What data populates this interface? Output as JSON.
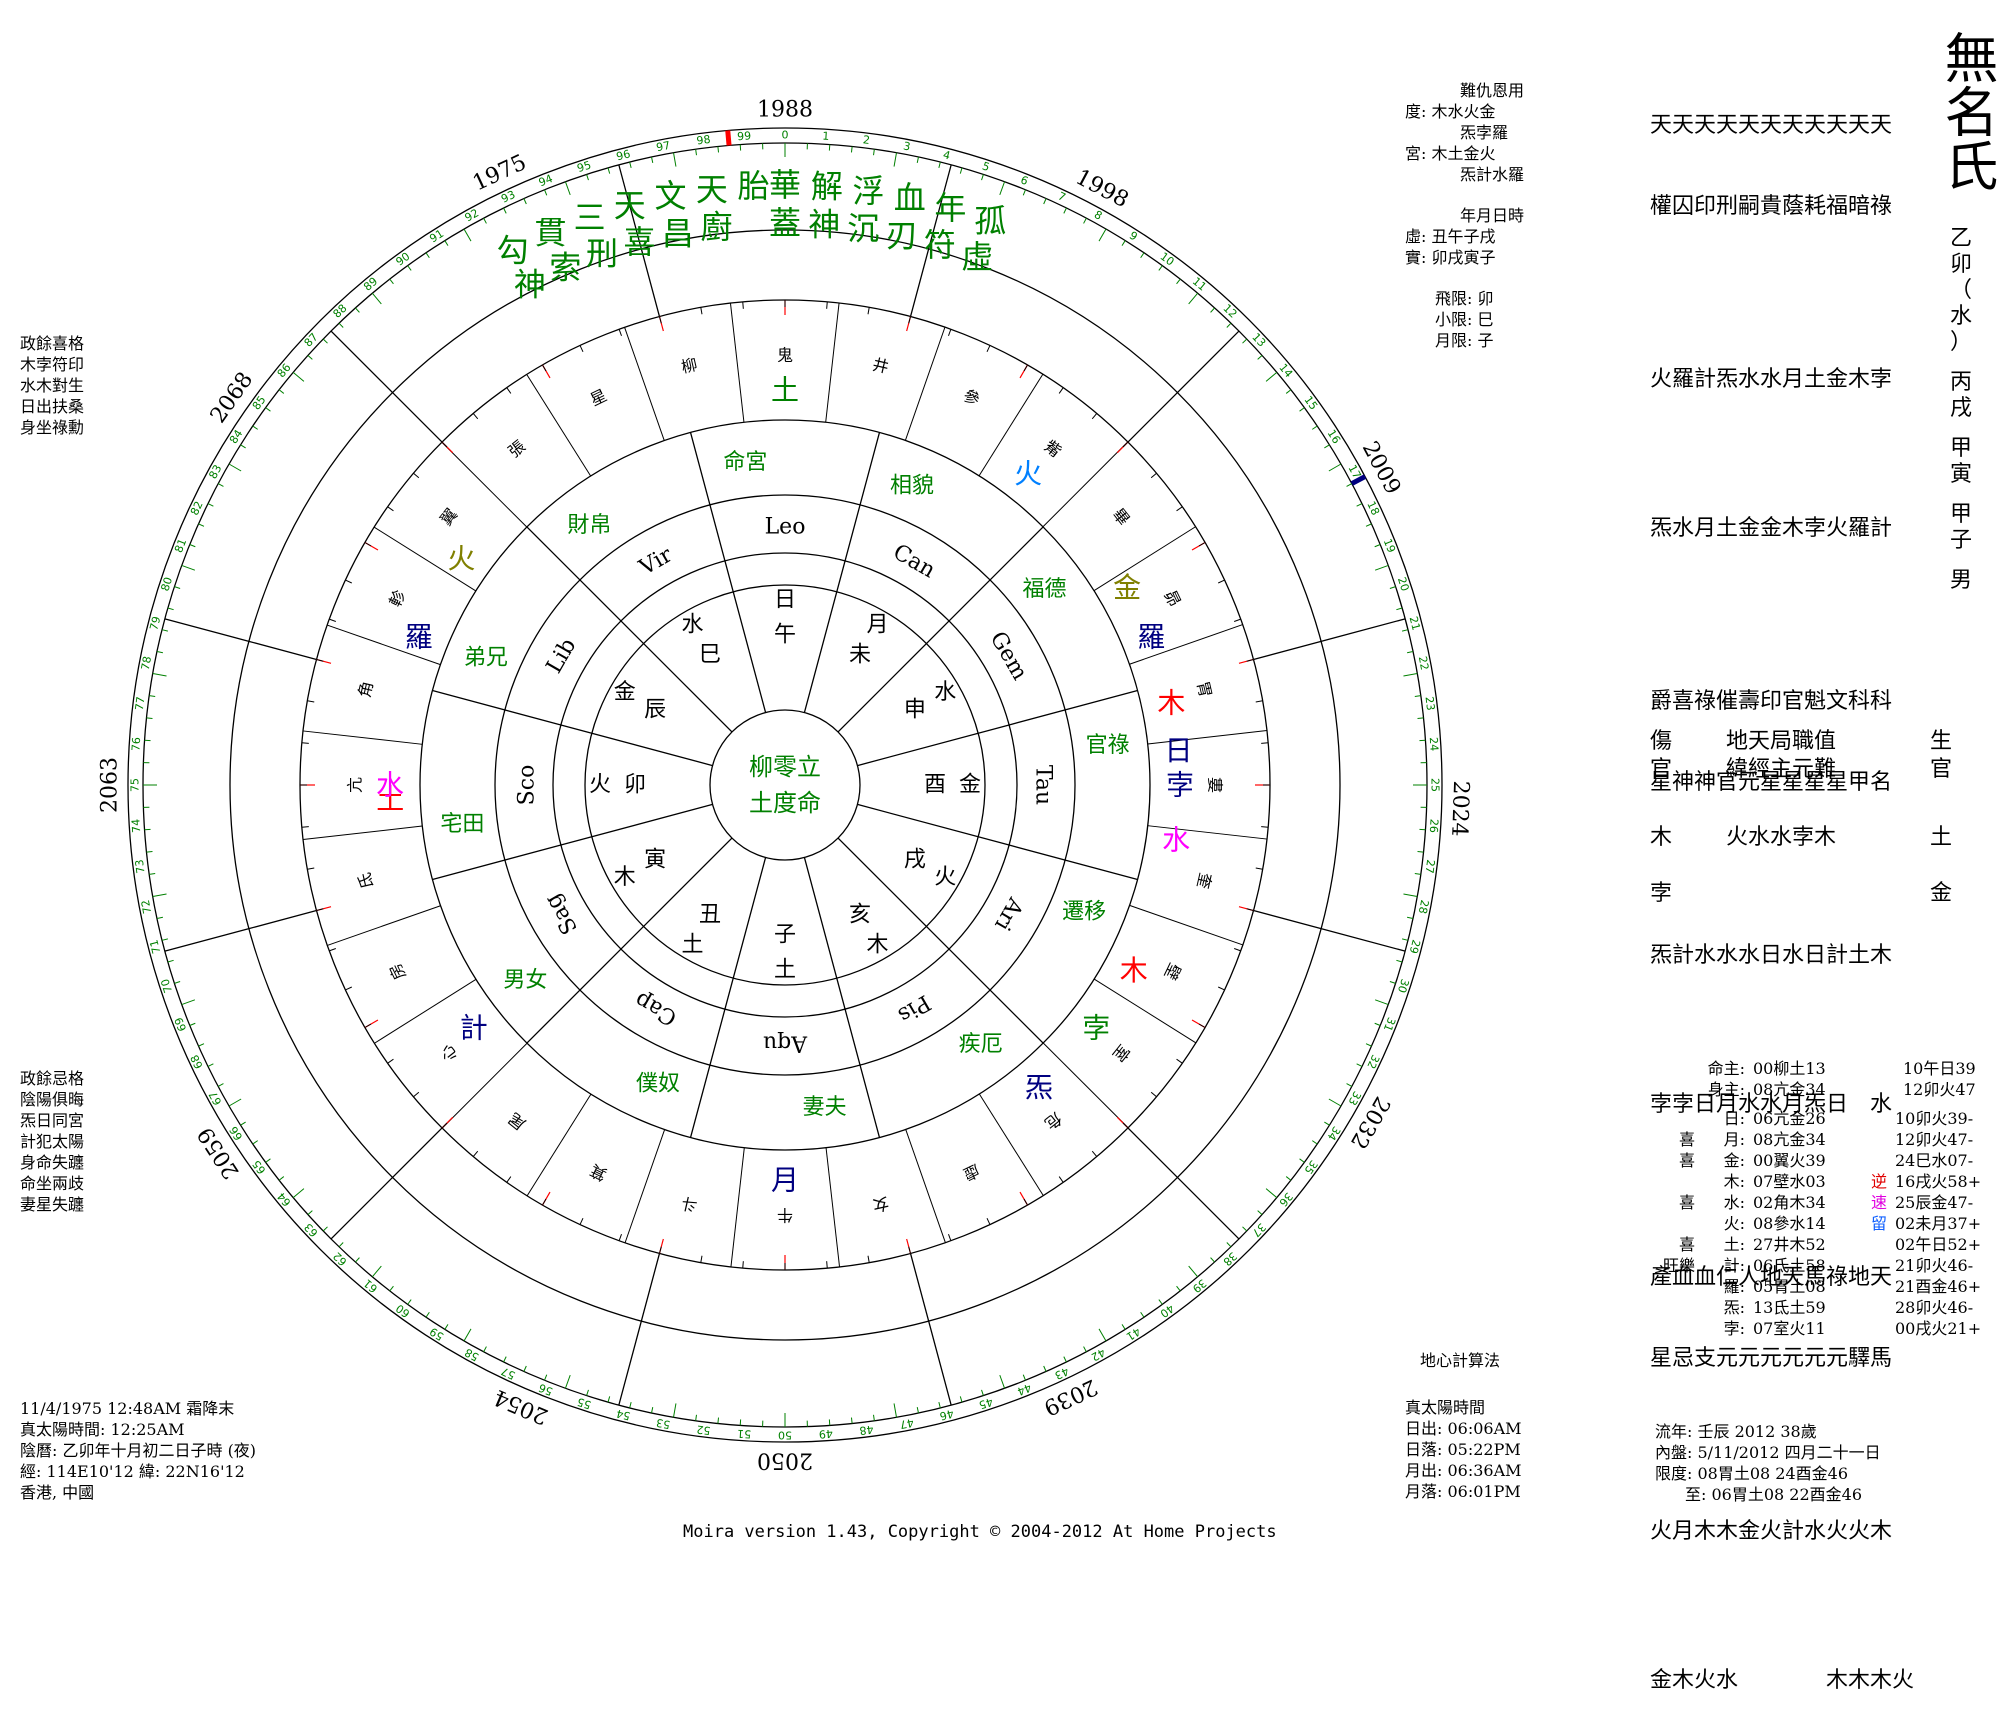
{
  "colors": {
    "green": "#008000",
    "navy": "#000080",
    "red": "#ff0000",
    "olive": "#808000",
    "magenta": "#ff00ff",
    "blue": "#0080ff",
    "black": "#000000"
  },
  "chart_name": "無名氏",
  "pillars": [
    "乙",
    "卯",
    "（",
    "水",
    "）",
    "丙",
    "戌",
    "甲",
    "寅",
    "甲",
    "子",
    "男"
  ],
  "year_labels": [
    {
      "t": "1988",
      "a": 0
    },
    {
      "t": "1998",
      "a": 28
    },
    {
      "t": "2009",
      "a": 62
    },
    {
      "t": "2024",
      "a": 92
    },
    {
      "t": "2032",
      "a": 120
    },
    {
      "t": "2039",
      "a": 155
    },
    {
      "t": "2050",
      "a": 180
    },
    {
      "t": "2054",
      "a": 203
    },
    {
      "t": "2059",
      "a": 237
    },
    {
      "t": "2063",
      "a": 270
    },
    {
      "t": "2068",
      "a": 305
    },
    {
      "t": "1975",
      "a": 335
    }
  ],
  "zodiac": [
    "Leo",
    "Can",
    "Gem",
    "Tau",
    "Ari",
    "Pis",
    "Aqu",
    "Cap",
    "Sag",
    "Sco",
    "Lib",
    "Vir"
  ],
  "palaces": [
    "命宮",
    "相貌",
    "福德",
    "官祿",
    "遷移",
    "疾厄",
    "妻夫",
    "僕奴",
    "男女",
    "宅田",
    "弟兄",
    "財帛"
  ],
  "branches": [
    "午",
    "未",
    "申",
    "酉",
    "戌",
    "亥",
    "子",
    "丑",
    "寅",
    "卯",
    "辰",
    "巳"
  ],
  "inner_stars": [
    "日",
    "月",
    "水",
    "金",
    "火",
    "木",
    "土",
    "土",
    "木",
    "火",
    "金",
    "水"
  ],
  "mansions": [
    "鬼",
    "井",
    "參",
    "觜",
    "畢",
    "昴",
    "胃",
    "婁",
    "奎",
    "壁",
    "室",
    "危",
    "虛",
    "女",
    "牛",
    "斗",
    "箕",
    "尾",
    "心",
    "房",
    "氐",
    "亢",
    "角",
    "軫",
    "翼",
    "張",
    "星",
    "柳"
  ],
  "ring_planets": [
    {
      "t": "土",
      "a": 0,
      "c": "green"
    },
    {
      "t": "火",
      "a": 38,
      "c": "blue"
    },
    {
      "t": "金",
      "a": 60,
      "c": "olive"
    },
    {
      "t": "木",
      "a": 78,
      "c": "red"
    },
    {
      "t": "水",
      "a": 98,
      "c": "magenta"
    },
    {
      "t": "木",
      "a": 118,
      "c": "red"
    },
    {
      "t": "月",
      "a": 180,
      "c": "navy"
    },
    {
      "t": "土",
      "a": 268,
      "c": "red"
    },
    {
      "t": "水",
      "a": 270,
      "c": "magenta"
    },
    {
      "t": "火",
      "a": 305,
      "c": "olive"
    },
    {
      "t": "羅",
      "a": 68,
      "c": "navy"
    },
    {
      "t": "日",
      "a": 85,
      "c": "navy"
    },
    {
      "t": "孛",
      "a": 90,
      "c": "navy"
    },
    {
      "t": "計",
      "a": 232,
      "c": "navy"
    },
    {
      "t": "炁",
      "a": 140,
      "c": "navy"
    },
    {
      "t": "孛",
      "a": 128,
      "c": "green"
    },
    {
      "t": "羅",
      "a": 292,
      "c": "navy"
    }
  ],
  "center": [
    "柳零立",
    "土度命"
  ],
  "outer_stars": [
    {
      "t": "華蓋",
      "a": 0
    },
    {
      "t": "解神",
      "a": 4
    },
    {
      "t": "浮沉",
      "a": 8
    },
    {
      "t": "血刃",
      "a": 12
    },
    {
      "t": "年符",
      "a": 16
    },
    {
      "t": "孤虛",
      "a": 20
    },
    {
      "t": "胎",
      "a": -3
    },
    {
      "t": "天廚",
      "a": -7
    },
    {
      "t": "文昌",
      "a": -11
    },
    {
      "t": "天喜",
      "a": -15
    },
    {
      "t": "三刑",
      "a": -19
    },
    {
      "t": "貫索",
      "a": -23
    },
    {
      "t": "勾神",
      "a": -27
    }
  ],
  "top_right_block": {
    "row1": [
      "難仇恩用"
    ],
    "du": "度:",
    "du_val": [
      "木水火金",
      "炁孛羅"
    ],
    "gong": "宮:",
    "gong_val": [
      "木土金火",
      "炁計水羅"
    ],
    "row2": "年月日時",
    "xu": "虛:",
    "xu_val": "丑午子戌",
    "shi": "實:",
    "shi_val": "卯戌寅子",
    "fei": "飛限:",
    "fei_val": "卯",
    "xiao": "小限:",
    "xiao_val": "巳",
    "yue": "月限:",
    "yue_val": "子"
  },
  "left_top_notes": [
    "政餘喜格",
    "木孛符印",
    "水木對生",
    "日出扶桑",
    "身坐祿勳"
  ],
  "left_bottom_notes": [
    "政餘忌格",
    "陰陽俱晦",
    "炁日同宮",
    "計犯太陽",
    "身命失躔",
    "命坐兩歧",
    "妻星失躔"
  ],
  "right_table": {
    "r1": "天天天天天天天天天天天",
    "r2": "權囚印刑嗣貴蔭耗福暗祿",
    "r3": "火羅計炁水水月土金木孛",
    "r4": "炁水月土金金木孛火羅計",
    "r5": "爵喜祿催壽印官魁文科科",
    "r6": "星神神官元星星星星甲名",
    "r7": "炁計水水水日水日計土木",
    "r8": "孛孛日月水水月炁日　水",
    "r9": "產血血仁人地天馬祿地天",
    "r10": "星忌支元元元元元元驛馬",
    "r11": "火月木木金火計水火火木",
    "r12": "金木火水　　　　木木木火",
    "r13a": "傷",
    "r13b": "官",
    "r13c": "地天局職值",
    "r13d": "緯經主元難",
    "r13e": "生",
    "r13f": "官",
    "r14a": "木",
    "r14b": "孛",
    "r14c": "火水水孛木",
    "r14d": "土",
    "r14e": "金"
  },
  "planet_table": {
    "minglord": "命主:",
    "minglord_v": "00柳土13",
    "minglord_v2": "10午日39",
    "shenlord": "身主:",
    "shenlord_v": "08亢金34",
    "shenlord_v2": "12卯火47",
    "rows": [
      {
        "pre": "",
        "p": "日:",
        "v": "06亢金26",
        "flag": "",
        "v2": "10卯火39-"
      },
      {
        "pre": "喜",
        "p": "月:",
        "v": "08亢金34",
        "flag": "",
        "v2": "12卯火47-"
      },
      {
        "pre": "喜",
        "p": "金:",
        "v": "00翼火39",
        "flag": "",
        "v2": "24巳水07-"
      },
      {
        "pre": "",
        "p": "木:",
        "v": "07壁水03",
        "flag": "逆",
        "v2": "16戌火58+"
      },
      {
        "pre": "喜",
        "p": "水:",
        "v": "02角木34",
        "flag": "速",
        "v2": "25辰金47-"
      },
      {
        "pre": "",
        "p": "火:",
        "v": "08參水14",
        "flag": "留",
        "v2": "02未月37+"
      },
      {
        "pre": "喜",
        "p": "土:",
        "v": "27井木52",
        "flag": "",
        "v2": "02午日52+"
      },
      {
        "pre": "旺樂",
        "p": "計:",
        "v": "06氐土58",
        "flag": "",
        "v2": "21卯火46-"
      },
      {
        "pre": "",
        "p": "羅:",
        "v": "05胃土08",
        "flag": "",
        "v2": "21酉金46+"
      },
      {
        "pre": "",
        "p": "炁:",
        "v": "13氐土59",
        "flag": "",
        "v2": "28卯火46-"
      },
      {
        "pre": "",
        "p": "孛:",
        "v": "07室火11",
        "flag": "",
        "v2": "00戌火21+"
      }
    ]
  },
  "bottom_left": {
    "l1": "11/4/1975 12:48AM 霜降末",
    "l2": "真太陽時間: 12:25AM",
    "l3": "陰曆: 乙卯年十月初二日子時 (夜)",
    "l4": "經: 114E10'12  緯: 22N16'12",
    "l5": "香港, 中國"
  },
  "bottom_mid": {
    "title": "地心計算法",
    "t2": "真太陽時間",
    "sunrise": "日出: 06:06AM",
    "sunset": "日落: 05:22PM",
    "moonrise": "月出: 06:36AM",
    "moonset": "月落: 06:01PM"
  },
  "bottom_right": {
    "l1": "流年: 壬辰 2012  38歲",
    "l2": "內盤: 5/11/2012  四月二十一日",
    "l3": "限度: 08胃土08    24酉金46",
    "l4": "至: 06胃土08    22酉金46"
  },
  "footer": "Moira version 1.43, Copyright © 2004-2012 At Home Projects"
}
